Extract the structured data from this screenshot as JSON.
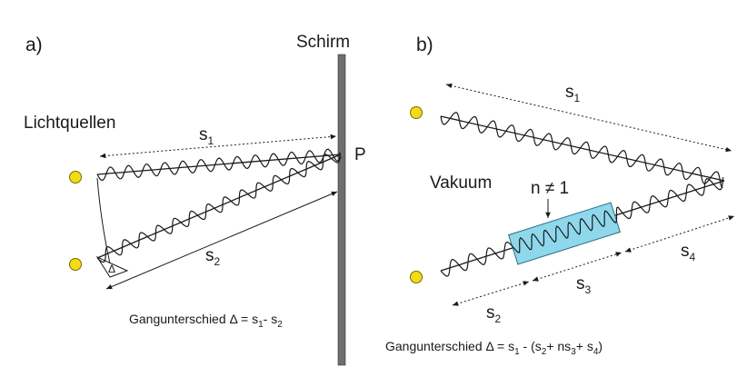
{
  "panel_a": {
    "label": "a)",
    "screen_label": "Schirm",
    "sources_label": "Lichtquellen",
    "point_label": "P",
    "s1": {
      "base": "s",
      "sub": "1"
    },
    "s2": {
      "base": "s",
      "sub": "2"
    },
    "delta_symbol": "Δ",
    "caption": {
      "prefix": "Gangunterschied ",
      "delta": "Δ",
      "eq": " = s",
      "sub1": "1",
      "minus": "- s",
      "sub2": "2"
    }
  },
  "panel_b": {
    "label": "b)",
    "vacuum_label": "Vakuum",
    "index_label": "n ≠ 1",
    "s1": {
      "base": "s",
      "sub": "1"
    },
    "s2": {
      "base": "s",
      "sub": "2"
    },
    "s3": {
      "base": "s",
      "sub": "3"
    },
    "s4": {
      "base": "s",
      "sub": "4"
    },
    "caption": {
      "prefix": "Gangunterschied ",
      "delta": "Δ",
      "eq": " = s",
      "sub1": "1",
      "mid": " -  (s",
      "sub2": "2",
      "plus1": "+ ns",
      "sub3": "3",
      "plus2": "+ s",
      "sub4": "4",
      "close": ")"
    }
  },
  "colors": {
    "source_fill": "#f2dc18",
    "source_stroke": "#7a6a00",
    "screen": "#6e6e6e",
    "medium_fill": "#8fd8ec",
    "medium_stroke": "#2a6f86",
    "ink": "#1a1a1a"
  }
}
